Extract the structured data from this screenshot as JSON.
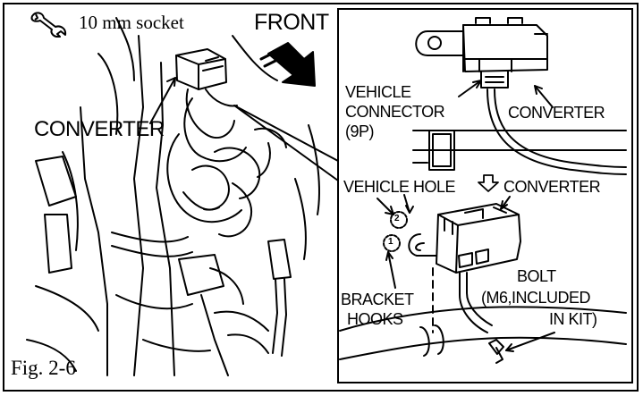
{
  "tool": {
    "icon": "wrench-icon",
    "label": "10 mm socket"
  },
  "front_label": "FRONT",
  "main_view": {
    "converter_label": "CONVERTER"
  },
  "inset_top": {
    "vehicle_connector_label": [
      "VEHICLE",
      "CONNECTOR",
      "(9P)"
    ],
    "converter_label": "CONVERTER"
  },
  "inset_bottom": {
    "vehicle_hole_label": "VEHICLE HOLE",
    "converter_label": "CONVERTER",
    "bracket_hooks_label": [
      "BRACKET",
      "HOOKS"
    ],
    "bolt_label": [
      "BOLT",
      "(M6,INCLUDED",
      "IN KIT)"
    ],
    "hook_numbers": [
      "1",
      "2"
    ]
  },
  "figure_label": "Fig. 2-6"
}
